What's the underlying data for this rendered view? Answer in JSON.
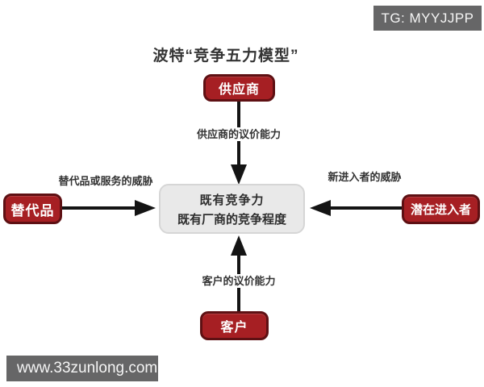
{
  "banners": {
    "top_right": "TG: MYYJJPP",
    "bottom_left": "www.33zunlong.com"
  },
  "diagram": {
    "title": "波特“竞争五力模型”",
    "center_box": {
      "line1": "既有竞争力",
      "line2": "既有厂商的竞争程度"
    },
    "nodes": {
      "supplier": "供应商",
      "substitute": "替代品",
      "potential_entrant": "潜在进入者",
      "customer": "客户"
    },
    "arrow_labels": {
      "supplier_power": "供应商的议价能力",
      "substitute_threat": "替代品或服务的威胁",
      "entrant_threat": "新进入者的威胁",
      "customer_power": "客户的议价能力"
    },
    "colors": {
      "node_fill": "#a61f23",
      "node_border": "#5e1013",
      "center_fill": "#e9e9e9",
      "banner_bg": "#666667",
      "arrow": "#141414",
      "text_dark": "#333333"
    }
  }
}
